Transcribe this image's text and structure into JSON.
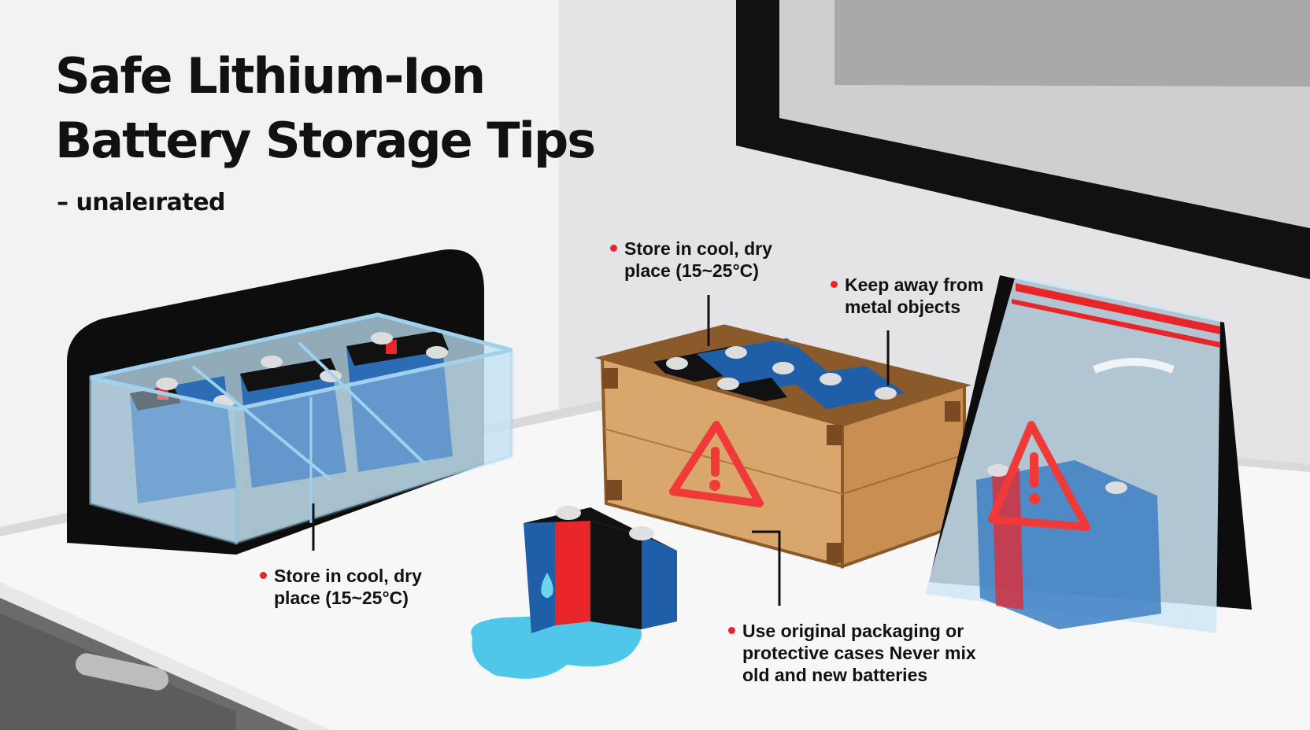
{
  "header": {
    "title_line_1": "Safe Lithium-Ion",
    "title_line_2": "Battery Storage Tips",
    "subtitle": "– unaleırated"
  },
  "tips": {
    "cool_dry_top": {
      "line1": "Store in cool, dry",
      "line2": "place (15~25°C)"
    },
    "metal_objects": {
      "line1": "Keep away from",
      "line2": "metal objects"
    },
    "cool_dry_left": {
      "line1": "Store in cool, dry",
      "line2": "place (15~25°C)"
    },
    "packaging": {
      "line1": "Use original packaging or",
      "line2": "protective cases    Never mix",
      "line3": "old and new batteries"
    }
  },
  "colors": {
    "battery_blue": "#1f5fa8",
    "battery_black": "#111111",
    "battery_red": "#e8262a",
    "warning_red": "#f03a3a",
    "wood": "#d9a66b",
    "water": "#4fc7e8",
    "bag_stripe": "#e8262a"
  },
  "icons": [
    "warning-triangle-icon",
    "water-drop-icon",
    "bullet-dot-icon"
  ]
}
